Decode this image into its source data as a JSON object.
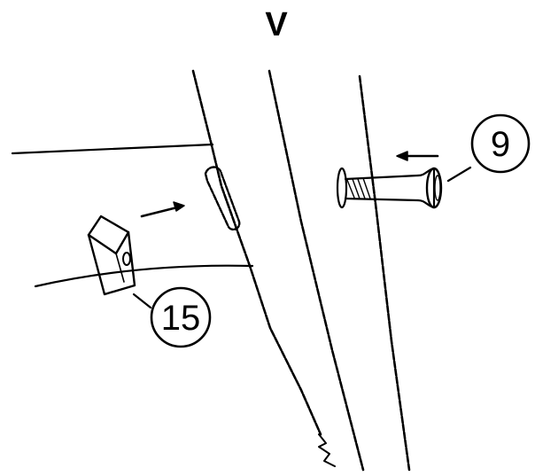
{
  "step": {
    "label": "V"
  },
  "callouts": [
    {
      "id": "bolt",
      "number": "9"
    },
    {
      "id": "nut-block",
      "number": "15"
    }
  ],
  "colors": {
    "line": "#000000",
    "background": "#ffffff"
  },
  "icons": [
    "arrow-left-icon",
    "arrow-right-icon"
  ]
}
